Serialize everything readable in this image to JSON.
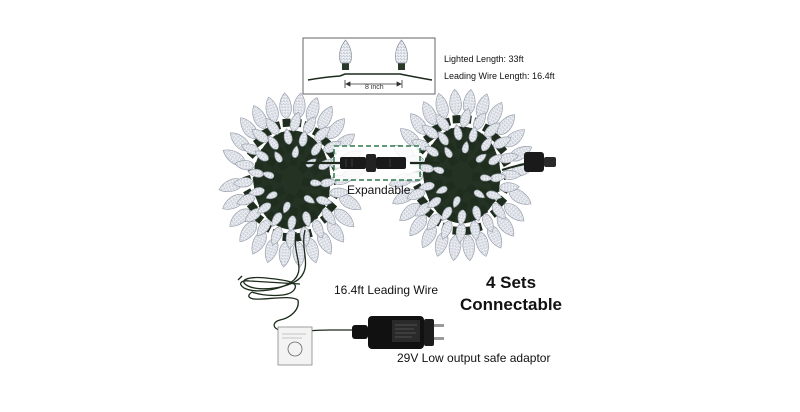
{
  "spec": {
    "lighted_length": "Lighted Length: 33ft",
    "leading_wire_length": "Leading Wire Length: 16.4ft",
    "spacing": "8 inch"
  },
  "callouts": {
    "expandable": "Expandable",
    "leading_wire": "16.4ft Leading Wire",
    "adaptor": "29V Low output safe adaptor"
  },
  "headline": {
    "line1": "4 Sets",
    "line2": "Connectable"
  },
  "colors": {
    "bulb": "#e9ecf2",
    "bulb_edge": "#a9b0bc",
    "wire": "#1c2b1c",
    "adaptor": "#111111",
    "dashed_box": "#2f7a4b"
  }
}
